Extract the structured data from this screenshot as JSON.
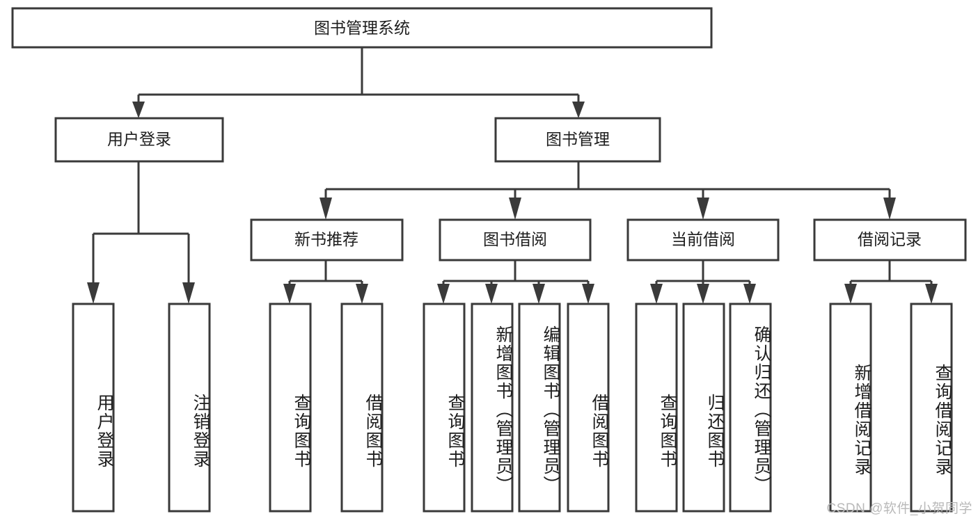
{
  "diagram": {
    "type": "tree",
    "title": "图书管理系统",
    "root": {
      "id": "root",
      "label": "图书管理系统"
    },
    "level2": [
      {
        "id": "user-login",
        "label": "用户登录"
      },
      {
        "id": "book-manage",
        "label": "图书管理"
      }
    ],
    "level3": [
      {
        "id": "new-book-recommend",
        "label": "新书推荐",
        "parent": "book-manage"
      },
      {
        "id": "book-borrow",
        "label": "图书借阅",
        "parent": "book-manage"
      },
      {
        "id": "current-borrow",
        "label": "当前借阅",
        "parent": "book-manage"
      },
      {
        "id": "borrow-record",
        "label": "借阅记录",
        "parent": "book-manage"
      }
    ],
    "leaves": {
      "user-login": [
        {
          "id": "leaf-user-login",
          "label": "用户登录"
        },
        {
          "id": "leaf-logout",
          "label": "注销登录"
        }
      ],
      "new-book-recommend": [
        {
          "id": "leaf-query-book-1",
          "label": "查询图书"
        },
        {
          "id": "leaf-borrow-book-1",
          "label": "借阅图书"
        }
      ],
      "book-borrow": [
        {
          "id": "leaf-query-book-2",
          "label": "查询图书"
        },
        {
          "id": "leaf-add-book",
          "label": "新增图书（管理员）"
        },
        {
          "id": "leaf-edit-book",
          "label": "编辑图书（管理员）"
        },
        {
          "id": "leaf-borrow-book-2",
          "label": "借阅图书"
        }
      ],
      "current-borrow": [
        {
          "id": "leaf-query-book-3",
          "label": "查询图书"
        },
        {
          "id": "leaf-return-book",
          "label": "归还图书"
        },
        {
          "id": "leaf-confirm-return",
          "label": "确认归还（管理员）"
        }
      ],
      "borrow-record": [
        {
          "id": "leaf-add-record",
          "label": "新增借阅记录"
        },
        {
          "id": "leaf-query-record",
          "label": "查询借阅记录"
        }
      ]
    }
  },
  "watermark": {
    "text": "CSDN @软件_小贺同学"
  },
  "colors": {
    "stroke": "#3a3a3a",
    "fill": "#ffffff",
    "text": "#1d1d1d",
    "watermark": "#b9b9b9"
  }
}
